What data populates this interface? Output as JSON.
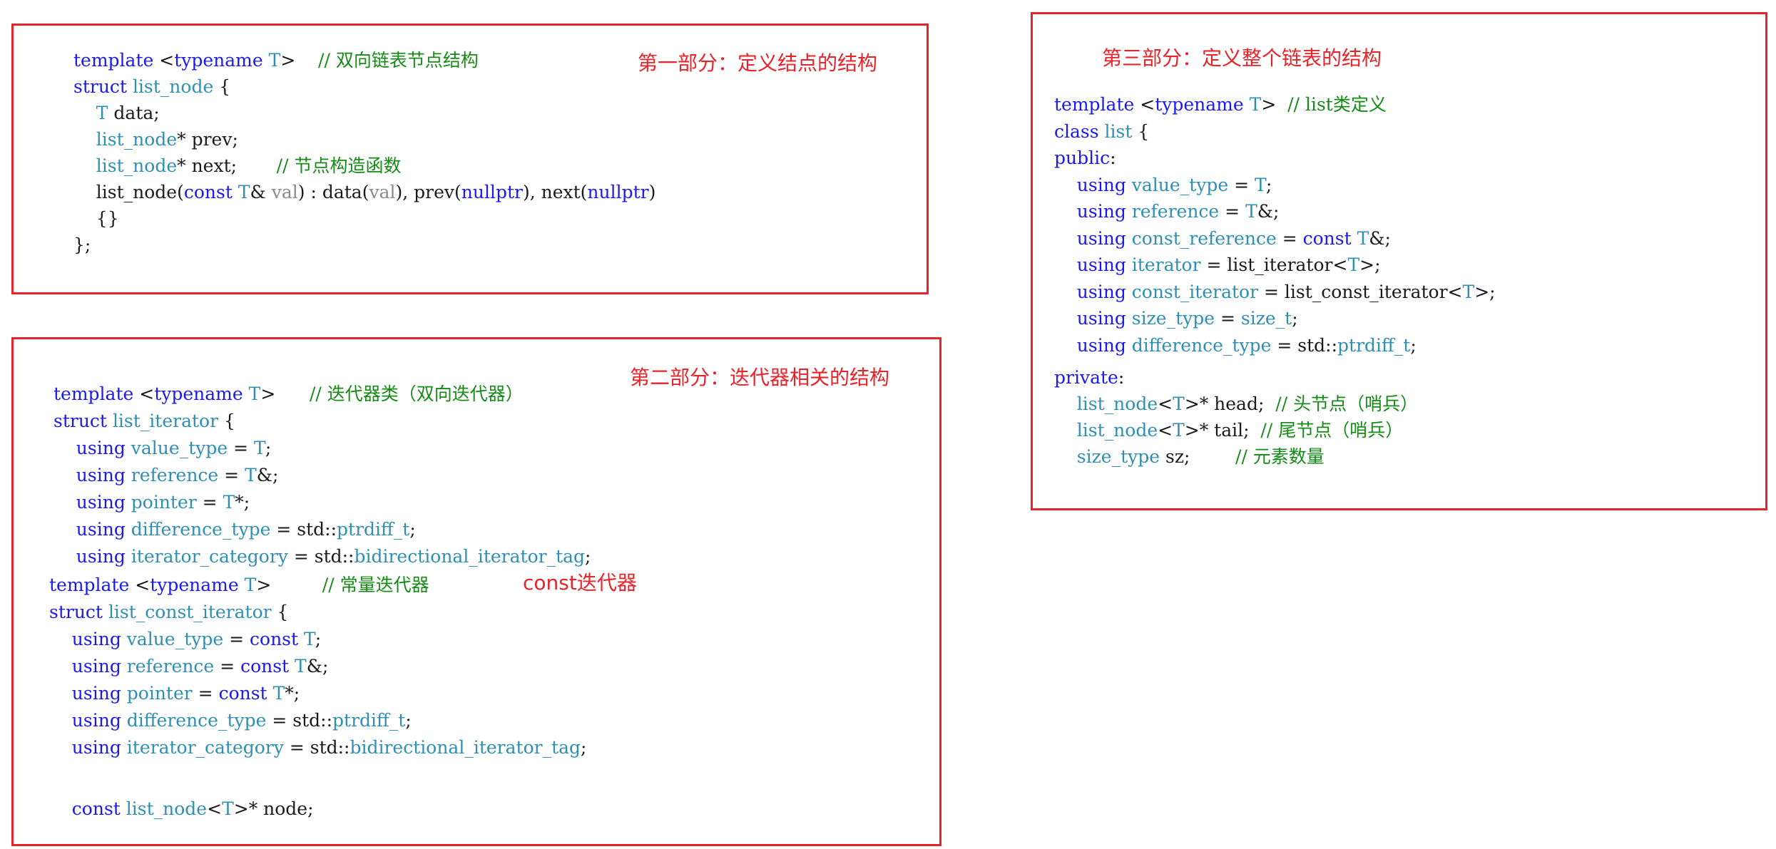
{
  "titles": {
    "part1": "第一部分：定义结点的结构",
    "part2": "第二部分：迭代器相关的结构",
    "part3": "第三部分：定义整个链表的结构",
    "const_iter_note": "const迭代器"
  },
  "part1_lines": [
    [
      [
        "template ",
        "kw"
      ],
      [
        "<",
        "nm"
      ],
      [
        "typename ",
        "kw"
      ],
      [
        "T",
        "ty"
      ],
      [
        ">",
        "nm"
      ],
      [
        "    // 双向链表节点结构",
        "cm"
      ]
    ],
    [
      [
        "struct ",
        "kw"
      ],
      [
        "list_node",
        "ty"
      ],
      [
        " {",
        "nm"
      ]
    ],
    [
      [
        "    ",
        "nm"
      ],
      [
        "T",
        "ty"
      ],
      [
        " data;",
        "nm"
      ]
    ],
    [
      [
        "    ",
        "nm"
      ],
      [
        "list_node",
        "ty"
      ],
      [
        "* prev;",
        "nm"
      ]
    ],
    [
      [
        "    ",
        "nm"
      ],
      [
        "list_node",
        "ty"
      ],
      [
        "* next;",
        "nm"
      ],
      [
        "       // 节点构造函数",
        "cm"
      ]
    ],
    [
      [
        "    list_node(",
        "nm"
      ],
      [
        "const ",
        "kw"
      ],
      [
        "T",
        "ty"
      ],
      [
        "& ",
        "nm"
      ],
      [
        "val",
        "pm"
      ],
      [
        ") : data(",
        "nm"
      ],
      [
        "val",
        "pm"
      ],
      [
        "), prev(",
        "nm"
      ],
      [
        "nullptr",
        "kw"
      ],
      [
        "), next(",
        "nm"
      ],
      [
        "nullptr",
        "kw"
      ],
      [
        ")",
        "nm"
      ]
    ],
    [
      [
        "    {}",
        "nm"
      ]
    ],
    [
      [
        "};",
        "nm"
      ]
    ]
  ],
  "part2a_lines": [
    [
      [
        "template ",
        "kw"
      ],
      [
        "<",
        "nm"
      ],
      [
        "typename ",
        "kw"
      ],
      [
        "T",
        "ty"
      ],
      [
        ">",
        "nm"
      ],
      [
        "      // 迭代器类（双向迭代器）",
        "cm"
      ]
    ],
    [
      [
        "struct ",
        "kw"
      ],
      [
        "list_iterator",
        "ty"
      ],
      [
        " {",
        "nm"
      ]
    ],
    [
      [
        "    ",
        "nm"
      ],
      [
        "using ",
        "kw"
      ],
      [
        "value_type",
        "ty"
      ],
      [
        " = ",
        "nm"
      ],
      [
        "T",
        "ty"
      ],
      [
        ";",
        "nm"
      ]
    ],
    [
      [
        "    ",
        "nm"
      ],
      [
        "using ",
        "kw"
      ],
      [
        "reference",
        "ty"
      ],
      [
        " = ",
        "nm"
      ],
      [
        "T",
        "ty"
      ],
      [
        "&;",
        "nm"
      ]
    ],
    [
      [
        "    ",
        "nm"
      ],
      [
        "using ",
        "kw"
      ],
      [
        "pointer",
        "ty"
      ],
      [
        " = ",
        "nm"
      ],
      [
        "T",
        "ty"
      ],
      [
        "*;",
        "nm"
      ]
    ],
    [
      [
        "    ",
        "nm"
      ],
      [
        "using ",
        "kw"
      ],
      [
        "difference_type",
        "ty"
      ],
      [
        " = std::",
        "nm"
      ],
      [
        "ptrdiff_t",
        "ty"
      ],
      [
        ";",
        "nm"
      ]
    ],
    [
      [
        "    ",
        "nm"
      ],
      [
        "using ",
        "kw"
      ],
      [
        "iterator_category",
        "ty"
      ],
      [
        " = std::",
        "nm"
      ],
      [
        "bidirectional_iterator_tag",
        "ty"
      ],
      [
        ";",
        "nm"
      ]
    ]
  ],
  "part2b_lines": [
    [
      [
        "template ",
        "kw"
      ],
      [
        "<",
        "nm"
      ],
      [
        "typename ",
        "kw"
      ],
      [
        "T",
        "ty"
      ],
      [
        ">",
        "nm"
      ],
      [
        "         // 常量迭代器",
        "cm"
      ]
    ],
    [
      [
        "struct ",
        "kw"
      ],
      [
        "list_const_iterator",
        "ty"
      ],
      [
        " {",
        "nm"
      ]
    ],
    [
      [
        "    ",
        "nm"
      ],
      [
        "using ",
        "kw"
      ],
      [
        "value_type",
        "ty"
      ],
      [
        " = ",
        "nm"
      ],
      [
        "const ",
        "kw"
      ],
      [
        "T",
        "ty"
      ],
      [
        ";",
        "nm"
      ]
    ],
    [
      [
        "    ",
        "nm"
      ],
      [
        "using ",
        "kw"
      ],
      [
        "reference",
        "ty"
      ],
      [
        " = ",
        "nm"
      ],
      [
        "const ",
        "kw"
      ],
      [
        "T",
        "ty"
      ],
      [
        "&;",
        "nm"
      ]
    ],
    [
      [
        "    ",
        "nm"
      ],
      [
        "using ",
        "kw"
      ],
      [
        "pointer",
        "ty"
      ],
      [
        " = ",
        "nm"
      ],
      [
        "const ",
        "kw"
      ],
      [
        "T",
        "ty"
      ],
      [
        "*;",
        "nm"
      ]
    ],
    [
      [
        "    ",
        "nm"
      ],
      [
        "using ",
        "kw"
      ],
      [
        "difference_type",
        "ty"
      ],
      [
        " = std::",
        "nm"
      ],
      [
        "ptrdiff_t",
        "ty"
      ],
      [
        ";",
        "nm"
      ]
    ],
    [
      [
        "    ",
        "nm"
      ],
      [
        "using ",
        "kw"
      ],
      [
        "iterator_category",
        "ty"
      ],
      [
        " = std::",
        "nm"
      ],
      [
        "bidirectional_iterator_tag",
        "ty"
      ],
      [
        ";",
        "nm"
      ]
    ]
  ],
  "part2c_lines": [
    [
      [
        "    ",
        "nm"
      ],
      [
        "const ",
        "kw"
      ],
      [
        "list_node",
        "ty"
      ],
      [
        "<",
        "nm"
      ],
      [
        "T",
        "ty"
      ],
      [
        ">* node;",
        "nm"
      ]
    ]
  ],
  "part3a_lines": [
    [
      [
        "template ",
        "kw"
      ],
      [
        "<",
        "nm"
      ],
      [
        "typename ",
        "kw"
      ],
      [
        "T",
        "ty"
      ],
      [
        ">",
        "nm"
      ],
      [
        "  // list类定义",
        "cm"
      ]
    ],
    [
      [
        "class ",
        "kw"
      ],
      [
        "list",
        "ty"
      ],
      [
        " {",
        "nm"
      ]
    ],
    [
      [
        "public",
        "kw"
      ],
      [
        ":",
        "nm"
      ]
    ],
    [
      [
        "    ",
        "nm"
      ],
      [
        "using ",
        "kw"
      ],
      [
        "value_type",
        "ty"
      ],
      [
        " = ",
        "nm"
      ],
      [
        "T",
        "ty"
      ],
      [
        ";",
        "nm"
      ]
    ],
    [
      [
        "    ",
        "nm"
      ],
      [
        "using ",
        "kw"
      ],
      [
        "reference",
        "ty"
      ],
      [
        " = ",
        "nm"
      ],
      [
        "T",
        "ty"
      ],
      [
        "&;",
        "nm"
      ]
    ],
    [
      [
        "    ",
        "nm"
      ],
      [
        "using ",
        "kw"
      ],
      [
        "const_reference",
        "ty"
      ],
      [
        " = ",
        "nm"
      ],
      [
        "const ",
        "kw"
      ],
      [
        "T",
        "ty"
      ],
      [
        "&;",
        "nm"
      ]
    ],
    [
      [
        "    ",
        "nm"
      ],
      [
        "using ",
        "kw"
      ],
      [
        "iterator",
        "ty"
      ],
      [
        " = list_iterator<",
        "nm"
      ],
      [
        "T",
        "ty"
      ],
      [
        ">;",
        "nm"
      ]
    ],
    [
      [
        "    ",
        "nm"
      ],
      [
        "using ",
        "kw"
      ],
      [
        "const_iterator",
        "ty"
      ],
      [
        " = list_const_iterator<",
        "nm"
      ],
      [
        "T",
        "ty"
      ],
      [
        ">;",
        "nm"
      ]
    ],
    [
      [
        "    ",
        "nm"
      ],
      [
        "using ",
        "kw"
      ],
      [
        "size_type",
        "ty"
      ],
      [
        " = ",
        "nm"
      ],
      [
        "size_t",
        "ty"
      ],
      [
        ";",
        "nm"
      ]
    ],
    [
      [
        "    ",
        "nm"
      ],
      [
        "using ",
        "kw"
      ],
      [
        "difference_type",
        "ty"
      ],
      [
        " = std::",
        "nm"
      ],
      [
        "ptrdiff_t",
        "ty"
      ],
      [
        ";",
        "nm"
      ]
    ]
  ],
  "part3b_lines": [
    [
      [
        "private",
        "kw"
      ],
      [
        ":",
        "nm"
      ]
    ],
    [
      [
        "    ",
        "nm"
      ],
      [
        "list_node",
        "ty"
      ],
      [
        "<",
        "nm"
      ],
      [
        "T",
        "ty"
      ],
      [
        ">* head;  ",
        "nm"
      ],
      [
        "// 头节点（哨兵）",
        "cm"
      ]
    ],
    [
      [
        "    ",
        "nm"
      ],
      [
        "list_node",
        "ty"
      ],
      [
        "<",
        "nm"
      ],
      [
        "T",
        "ty"
      ],
      [
        ">* tail;  ",
        "nm"
      ],
      [
        "// 尾节点（哨兵）",
        "cm"
      ]
    ],
    [
      [
        "    ",
        "nm"
      ],
      [
        "size_type",
        "ty"
      ],
      [
        " sz;        ",
        "nm"
      ],
      [
        "// 元素数量",
        "cm"
      ]
    ]
  ]
}
